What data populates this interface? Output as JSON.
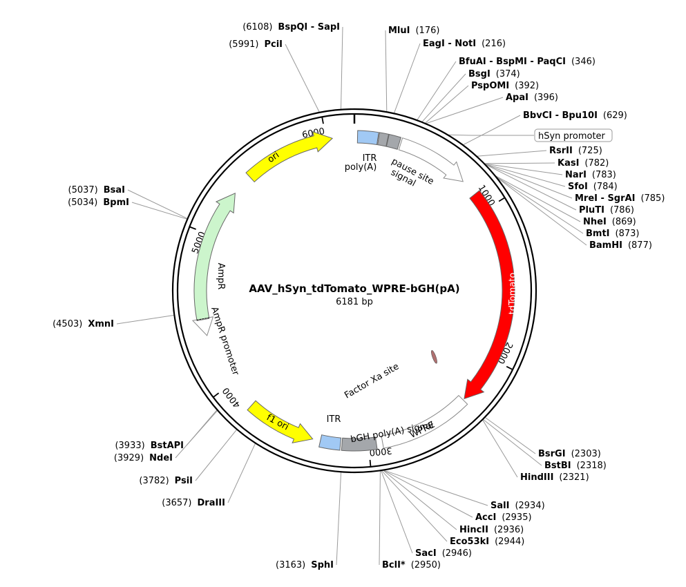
{
  "plasmid": {
    "name": "AAV_hSyn_tdTomato_WPRE-bGH(pA)",
    "length_label": "6181 bp",
    "length": 6181
  },
  "ticks": [
    {
      "pos": 1000,
      "label": "1000"
    },
    {
      "pos": 2000,
      "label": "2000"
    },
    {
      "pos": 3000,
      "label": "3000"
    },
    {
      "pos": 4000,
      "label": "4000"
    },
    {
      "pos": 5000,
      "label": "5000"
    },
    {
      "pos": 6000,
      "label": "6000"
    }
  ],
  "features": [
    {
      "id": "itr-left",
      "label": "ITR",
      "start": 20,
      "end": 150,
      "strand": 0,
      "color": "#a1c9f4",
      "type": "box"
    },
    {
      "id": "polya-left",
      "label": "poly(A)",
      "start": 155,
      "end": 212,
      "strand": 0,
      "color": "#a4a7ab",
      "type": "box"
    },
    {
      "id": "pause-site",
      "label": "pause site",
      "start": 215,
      "end": 290,
      "strand": 0,
      "color": "#a4a7ab",
      "type": "box"
    },
    {
      "id": "signal",
      "label": "signal",
      "start": 0,
      "end": 0,
      "strand": 0,
      "color": "#000000",
      "type": "text"
    },
    {
      "id": "hsyn-promoter",
      "label": "hSyn promoter",
      "start": 300,
      "end": 770,
      "strand": 1,
      "color": "#ffffff",
      "type": "arrow"
    },
    {
      "id": "tdtomato",
      "label": "tdTomato",
      "start": 880,
      "end": 2310,
      "strand": 1,
      "color": "#ff0000",
      "type": "arrow"
    },
    {
      "id": "factor-xa",
      "label": "Factor Xa site",
      "start": 2220,
      "end": 2233,
      "strand": 0,
      "color": "#b07070",
      "type": "mark"
    },
    {
      "id": "wpre",
      "label": "WPRE",
      "start": 2320,
      "end": 2910,
      "strand": 0,
      "color": "#ffffff",
      "type": "box"
    },
    {
      "id": "bgh-polya",
      "label": "bGH poly(A) signal",
      "start": 2950,
      "end": 3170,
      "strand": 0,
      "color": "#a4a7ab",
      "type": "box"
    },
    {
      "id": "itr-right",
      "label": "ITR",
      "start": 3180,
      "end": 3310,
      "strand": 0,
      "color": "#a1c9f4",
      "type": "box"
    },
    {
      "id": "f1-ori",
      "label": "f1 ori",
      "start": 3360,
      "end": 3810,
      "strand": -1,
      "color": "#ffff00",
      "type": "arrow"
    },
    {
      "id": "ampr-promoter",
      "label": "AmpR promoter",
      "start": 4345,
      "end": 4450,
      "strand": -1,
      "color": "#ffffff",
      "type": "arrow"
    },
    {
      "id": "ampr",
      "label": "AmpR",
      "start": 4455,
      "end": 5310,
      "strand": 1,
      "color": "#ccf5cc",
      "type": "arrow"
    },
    {
      "id": "ori",
      "label": "ori",
      "start": 5450,
      "end": 6040,
      "strand": 1,
      "color": "#ffff00",
      "type": "arrow"
    }
  ],
  "sites": [
    {
      "name": "BspQI - SapI",
      "pos": "(6108)",
      "p": 6108,
      "side": "left"
    },
    {
      "name": "PciI",
      "pos": "(5991)",
      "p": 5991,
      "side": "left"
    },
    {
      "name": "MluI",
      "pos": "(176)",
      "p": 176,
      "side": "right"
    },
    {
      "name": "EagI - NotI",
      "pos": "(216)",
      "p": 216,
      "side": "right"
    },
    {
      "name": "BfuAI - BspMI - PaqCI",
      "pos": "(346)",
      "p": 346,
      "side": "right"
    },
    {
      "name": "BsgI",
      "pos": "(374)",
      "p": 374,
      "side": "right"
    },
    {
      "name": "PspOMI",
      "pos": "(392)",
      "p": 392,
      "side": "right"
    },
    {
      "name": "ApaI",
      "pos": "(396)",
      "p": 396,
      "side": "right"
    },
    {
      "name": "BbvCI - Bpu10I",
      "pos": "(629)",
      "p": 629,
      "side": "right"
    },
    {
      "name": "RsrII",
      "pos": "(725)",
      "p": 725,
      "side": "right"
    },
    {
      "name": "KasI",
      "pos": "(782)",
      "p": 782,
      "side": "right"
    },
    {
      "name": "NarI",
      "pos": "(783)",
      "p": 783,
      "side": "right"
    },
    {
      "name": "SfoI",
      "pos": "(784)",
      "p": 784,
      "side": "right"
    },
    {
      "name": "MreI - SgrAI",
      "pos": "(785)",
      "p": 785,
      "side": "right"
    },
    {
      "name": "PluTI",
      "pos": "(786)",
      "p": 786,
      "side": "right"
    },
    {
      "name": "NheI",
      "pos": "(869)",
      "p": 869,
      "side": "right"
    },
    {
      "name": "BmtI",
      "pos": "(873)",
      "p": 873,
      "side": "right"
    },
    {
      "name": "BamHI",
      "pos": "(877)",
      "p": 877,
      "side": "right"
    },
    {
      "name": "BsrGI",
      "pos": "(2303)",
      "p": 2303,
      "side": "right"
    },
    {
      "name": "BstBI",
      "pos": "(2318)",
      "p": 2318,
      "side": "right"
    },
    {
      "name": "HindIII",
      "pos": "(2321)",
      "p": 2321,
      "side": "right"
    },
    {
      "name": "SalI",
      "pos": "(2934)",
      "p": 2934,
      "side": "right"
    },
    {
      "name": "AccI",
      "pos": "(2935)",
      "p": 2935,
      "side": "right"
    },
    {
      "name": "HincII",
      "pos": "(2936)",
      "p": 2936,
      "side": "right"
    },
    {
      "name": "Eco53kI",
      "pos": "(2944)",
      "p": 2944,
      "side": "right"
    },
    {
      "name": "SacI",
      "pos": "(2946)",
      "p": 2946,
      "side": "right"
    },
    {
      "name": "BclI*",
      "pos": "(2950)",
      "p": 2950,
      "side": "right"
    },
    {
      "name": "SphI",
      "pos": "(3163)",
      "p": 3163,
      "side": "left"
    },
    {
      "name": "DraIII",
      "pos": "(3657)",
      "p": 3657,
      "side": "left"
    },
    {
      "name": "PsiI",
      "pos": "(3782)",
      "p": 3782,
      "side": "left"
    },
    {
      "name": "NdeI",
      "pos": "(3929)",
      "p": 3929,
      "side": "left"
    },
    {
      "name": "BstAPI",
      "pos": "(3933)",
      "p": 3933,
      "side": "left"
    },
    {
      "name": "XmnI",
      "pos": "(4503)",
      "p": 4503,
      "side": "left"
    },
    {
      "name": "BpmI",
      "pos": "(5034)",
      "p": 5034,
      "side": "left"
    },
    {
      "name": "BsaI",
      "pos": "(5037)",
      "p": 5037,
      "side": "left"
    }
  ]
}
